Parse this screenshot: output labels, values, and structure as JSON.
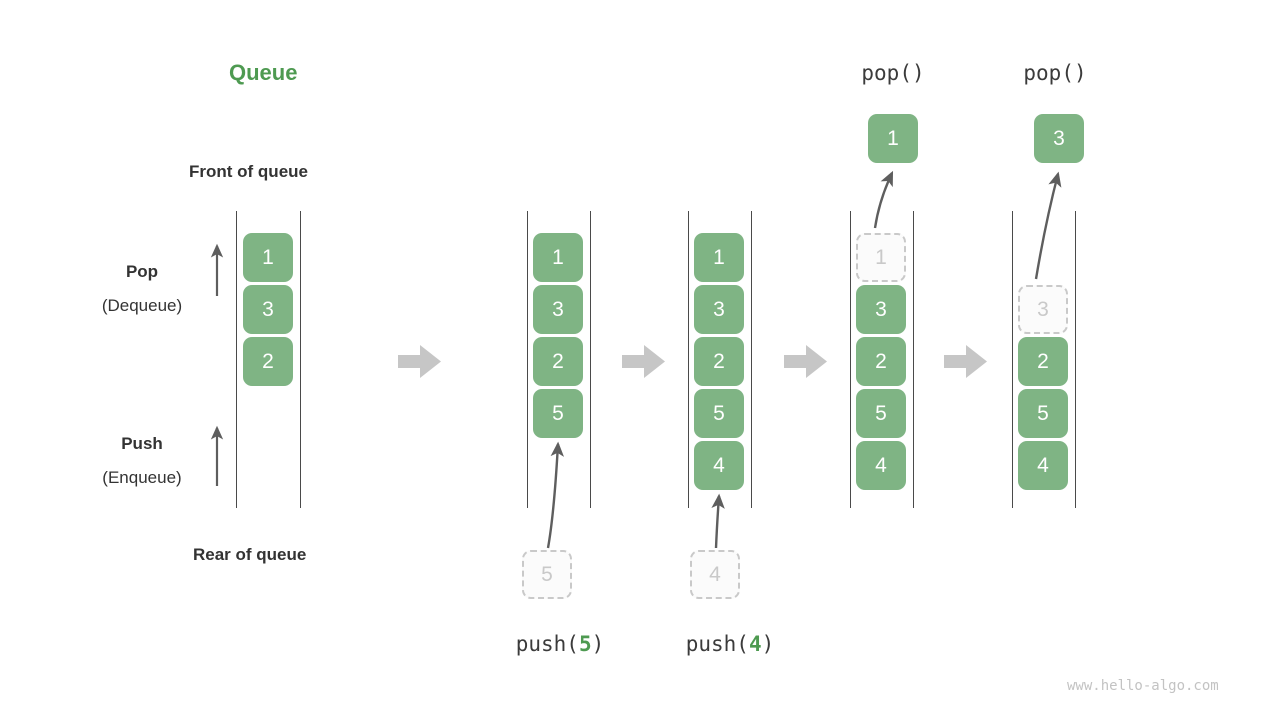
{
  "diagram": {
    "title": "Queue",
    "front_label": "Front of queue",
    "rear_label": "Rear of queue",
    "watermark": "www.hello-algo.com",
    "colors": {
      "accent_green": "#4e9a51",
      "box_green": "#7fb484",
      "ghost_gray": "#c9c9c9",
      "rail_gray": "#4a4a4a",
      "arrow_gray": "#c6c6c6",
      "text_dark": "#333333"
    },
    "side_ops": [
      {
        "name": "pop",
        "title": "Pop",
        "subtitle": "(Dequeue)"
      },
      {
        "name": "push",
        "title": "Push",
        "subtitle": "(Enqueue)"
      }
    ],
    "op_labels": {
      "push_prefix": "push(",
      "pop_text": "pop()",
      "suffix": ")"
    },
    "columns": [
      {
        "id": "initial",
        "cells": [
          {
            "value": "1",
            "state": "filled"
          },
          {
            "value": "3",
            "state": "filled"
          },
          {
            "value": "2",
            "state": "filled"
          }
        ],
        "caption": null,
        "incoming": null,
        "outgoing": null
      },
      {
        "id": "after-push-5",
        "cells": [
          {
            "value": "1",
            "state": "filled"
          },
          {
            "value": "3",
            "state": "filled"
          },
          {
            "value": "2",
            "state": "filled"
          },
          {
            "value": "5",
            "state": "filled"
          }
        ],
        "caption": {
          "op": "push",
          "arg": "5"
        },
        "incoming": {
          "value": "5",
          "state": "ghost"
        },
        "outgoing": null
      },
      {
        "id": "after-push-4",
        "cells": [
          {
            "value": "1",
            "state": "filled"
          },
          {
            "value": "3",
            "state": "filled"
          },
          {
            "value": "2",
            "state": "filled"
          },
          {
            "value": "5",
            "state": "filled"
          },
          {
            "value": "4",
            "state": "filled"
          }
        ],
        "caption": {
          "op": "push",
          "arg": "4"
        },
        "incoming": {
          "value": "4",
          "state": "ghost"
        },
        "outgoing": null
      },
      {
        "id": "after-pop-1",
        "cells": [
          {
            "value": "1",
            "state": "ghost"
          },
          {
            "value": "3",
            "state": "filled"
          },
          {
            "value": "2",
            "state": "filled"
          },
          {
            "value": "5",
            "state": "filled"
          },
          {
            "value": "4",
            "state": "filled"
          }
        ],
        "caption": null,
        "top_label": "pop()",
        "outgoing": {
          "value": "1",
          "state": "filled"
        },
        "incoming": null
      },
      {
        "id": "after-pop-3",
        "cells": [
          {
            "value": "",
            "state": "empty"
          },
          {
            "value": "3",
            "state": "ghost"
          },
          {
            "value": "2",
            "state": "filled"
          },
          {
            "value": "5",
            "state": "filled"
          },
          {
            "value": "4",
            "state": "filled"
          }
        ],
        "caption": null,
        "top_label": "pop()",
        "outgoing": {
          "value": "3",
          "state": "filled"
        },
        "incoming": null
      }
    ],
    "transitions": [
      {
        "from": "initial",
        "to": "after-push-5"
      },
      {
        "from": "after-push-5",
        "to": "after-push-4"
      },
      {
        "from": "after-push-4",
        "to": "after-pop-1"
      },
      {
        "from": "after-pop-1",
        "to": "after-pop-3"
      }
    ]
  }
}
